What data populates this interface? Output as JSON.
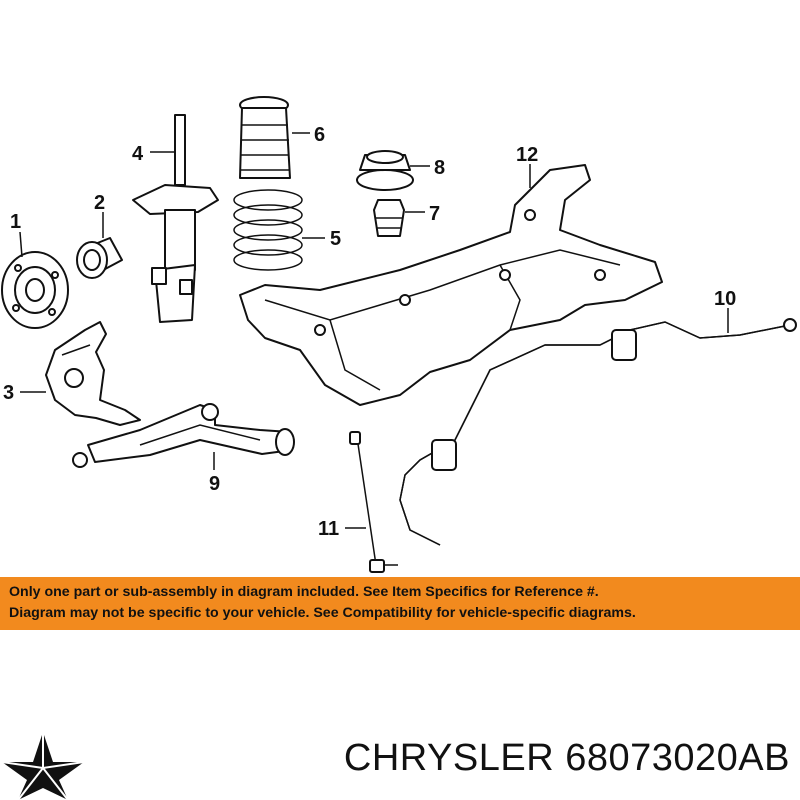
{
  "callouts": {
    "c1": "1",
    "c2": "2",
    "c3": "3",
    "c4": "4",
    "c5": "5",
    "c6": "6",
    "c7": "7",
    "c8": "8",
    "c9": "9",
    "c10": "10",
    "c11": "11",
    "c12": "12"
  },
  "notice": {
    "line1": "Only one part or sub-assembly in diagram included. See Item Specifics for Reference #.",
    "line2": "Diagram may not be specific to your vehicle. See Compatibility for vehicle-specific diagrams."
  },
  "footer": {
    "brand": "CHRYSLER",
    "part_number": "68073020AB",
    "logo_icon": "pentastar-icon"
  },
  "colors": {
    "banner": "#f28a1e",
    "ink": "#111111"
  }
}
